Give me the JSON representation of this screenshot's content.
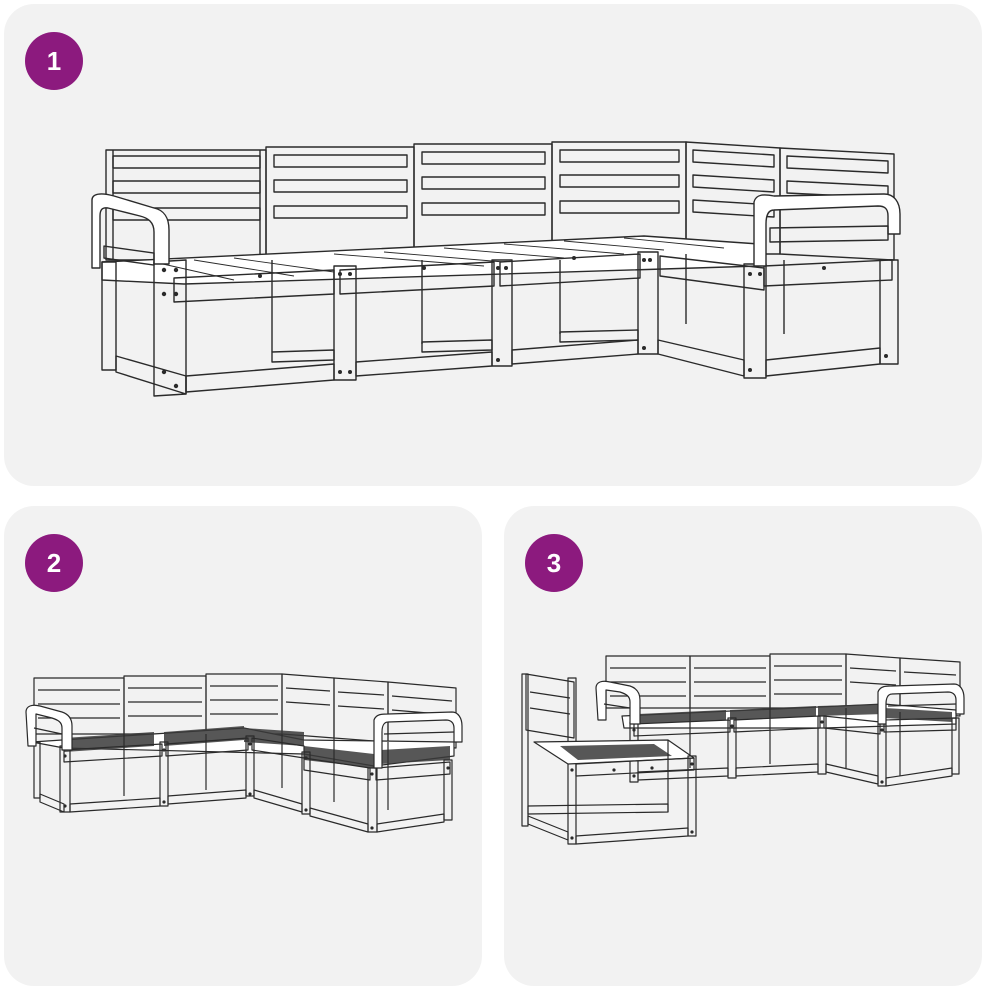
{
  "colors": {
    "badge": "#8c1a7e",
    "panel_background": "#f2f2f2",
    "line": "#2a2a2a"
  },
  "panels": [
    {
      "step": "1",
      "illustration": "sofa-assembled-icon"
    },
    {
      "step": "2",
      "illustration": "sofa-corner-layout-icon"
    },
    {
      "step": "3",
      "illustration": "sofa-with-separate-ottoman-icon"
    }
  ]
}
